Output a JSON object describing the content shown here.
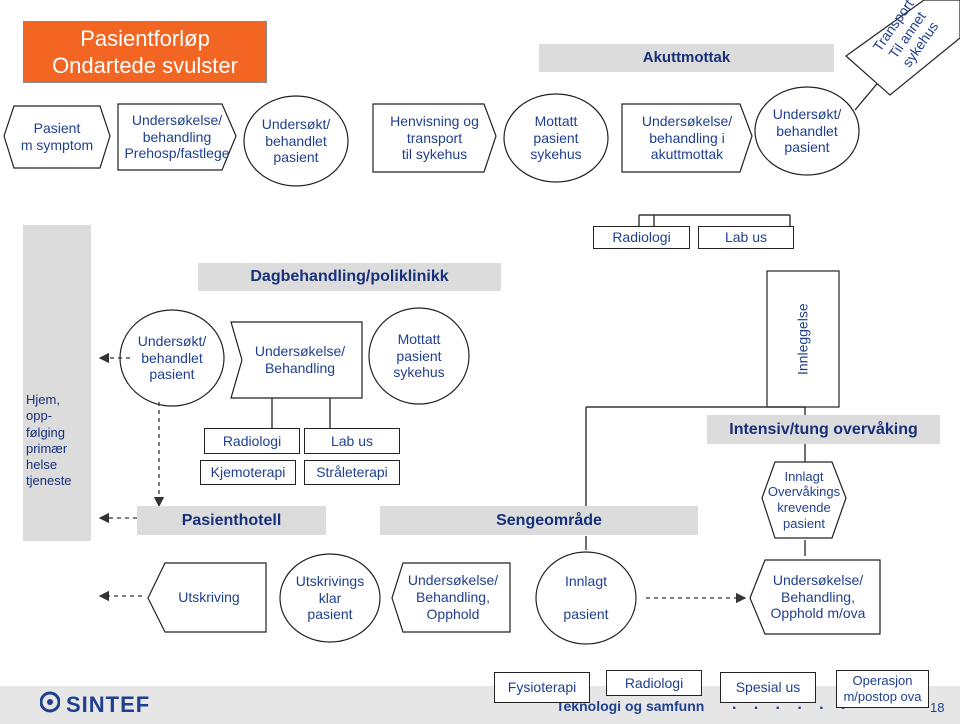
{
  "title": "Pasientforløp\nOndartede svulster",
  "akuttmottak": "Akuttmottak",
  "transport_label": "Transport\nTil annet\nsykehus",
  "top_row": [
    "Pasient\nm symptom",
    "Undersøkelse/\nbehandling\nPrehosp/fastlege",
    "Undersøkt/\nbehandlet\npasient",
    "Henvisning og\ntransport\ntil sykehus",
    "Mottatt\npasient\nsykehus",
    "Undersøkelse/\nbehandling i\nakuttmottak",
    "Undersøkt/\nbehandlet\npasient"
  ],
  "radiologi_top": "Radiologi",
  "lab_top": "Lab us",
  "hjem_label": "Hjem,\nopp-\nfølging\nprimær\nhelse\ntjeneste",
  "dagbehandling": "Dagbehandling/poliklinikk",
  "mid_row": {
    "undersokt": "Undersøkt/\nbehandlet\npasient",
    "undersokelse": "Undersøkelse/\nBehandling",
    "mottatt": "Mottatt\npasient\nsykehus"
  },
  "innleggelse": "Innleggelse",
  "intensiv": "Intensiv/tung overvåking",
  "radiologi_mid": "Radiologi",
  "lab_mid": "Lab us",
  "kjemoterapi": "Kjemoterapi",
  "straleterapi": "Stråleterapi",
  "innlagt_overvakings": "Innlagt\nOvervåkings\nkrevende\npasient",
  "pasienthotell": "Pasienthotell",
  "sengeomrade": "Sengeområde",
  "bottom_row": [
    "Utskriving",
    "Utskrivings\nklar\npasient",
    "Undersøkelse/\nBehandling,\nOpphold",
    "Innlagt\n\npasient",
    "Undersøkelse/\nBehandling,\nOpphold m/ova"
  ],
  "footer": {
    "logo": "SINTEF",
    "tagline": "Teknologi og samfunn",
    "page_number": "18",
    "fysioterapi": "Fysioterapi",
    "radiologi": "Radiologi",
    "spesial_us": "Spesial us",
    "operasjon": "Operasjon\nm/postop ova"
  }
}
